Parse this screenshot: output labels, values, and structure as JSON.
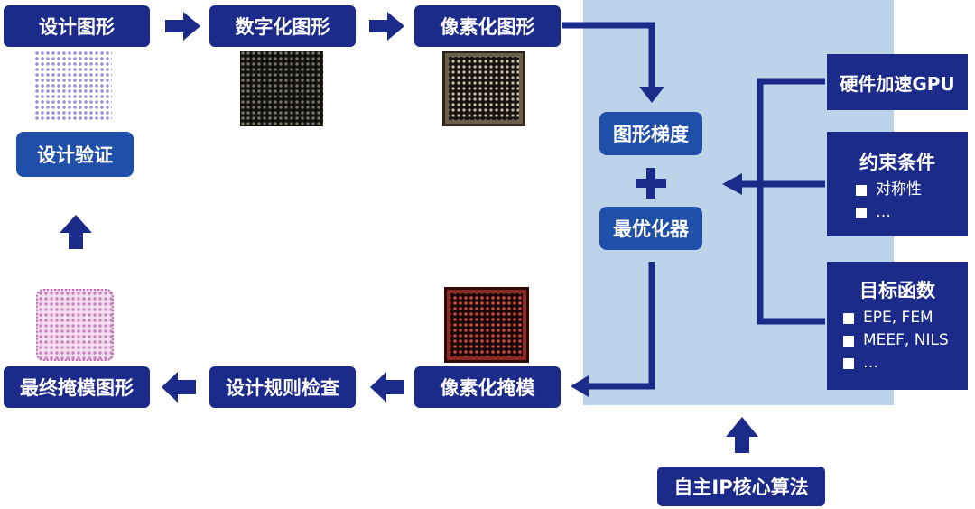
{
  "boxes": {
    "design_shape": "设计图形",
    "digitized_shape": "数字化图形",
    "pixelated_shape": "像素化图形",
    "design_verify": "设计验证",
    "final_mask": "最终掩模图形",
    "drc": "设计规则检查",
    "pixelated_mask": "像素化掩模",
    "gradient": "图形梯度",
    "optimizer": "最优化器",
    "ip_algorithm": "自主IP核心算法"
  },
  "side": {
    "gpu": "硬件加速GPU",
    "constraints": {
      "title": "约束条件",
      "items": [
        "对称性",
        "…"
      ]
    },
    "objective": {
      "title": "目标函数",
      "items": [
        "EPE, FEM",
        "MEEF, NILS",
        "…"
      ]
    }
  },
  "colors": {
    "box": "#1c2a8a",
    "box_light": "#1f4fa8",
    "panel": "#bcd3ea",
    "arrow": "#1c2a8a"
  }
}
